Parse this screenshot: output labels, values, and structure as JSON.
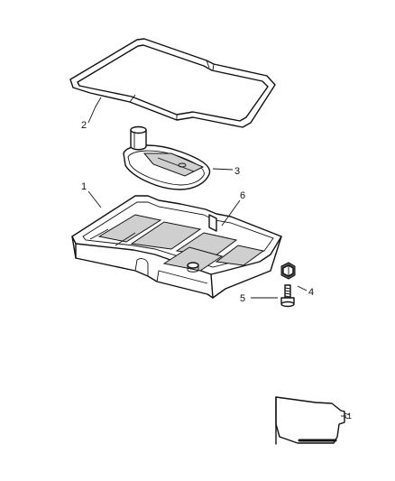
{
  "callouts": {
    "c1": "1",
    "c2": "2",
    "c3": "3",
    "c4": "4",
    "c5": "5",
    "c6": "6"
  },
  "inset": {
    "marker": "1"
  }
}
